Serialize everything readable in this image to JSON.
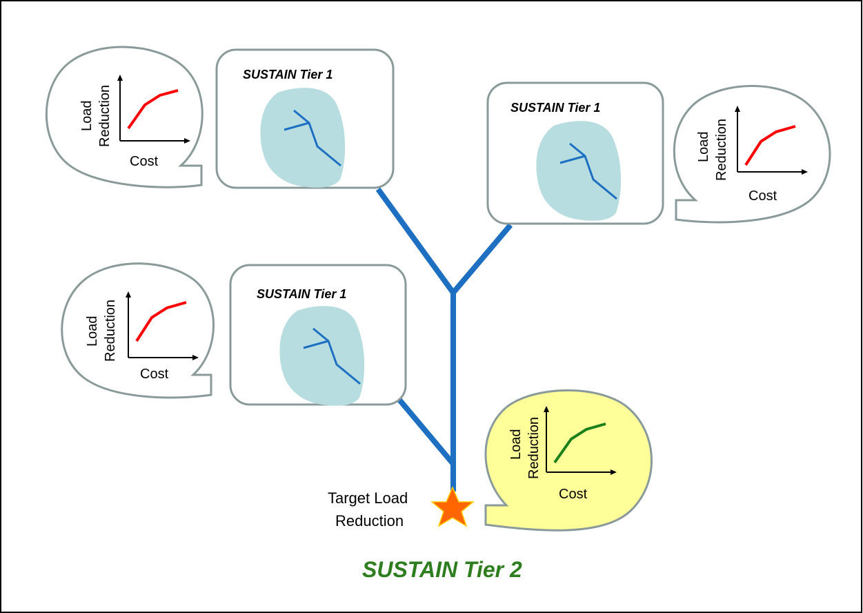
{
  "diagram": {
    "tier1_label": "SUSTAIN Tier 1",
    "tier2_label": "SUSTAIN Tier 2",
    "target_label_line1": "Target Load",
    "target_label_line2": "Reduction",
    "curve_y_label_line1": "Load",
    "curve_y_label_line2": "Reduction",
    "curve_x_label": "Cost"
  },
  "colors": {
    "border": "#000000",
    "bubble_stroke": "#8a9a9a",
    "watershed_fill": "#b7dde1",
    "stream": "#1d6fc1",
    "tier1_curve": "#ff0000",
    "tier2_curve": "#1b7f1b",
    "tier2_bubble_fill": "#ffff99",
    "tier2_text": "#2e7d1e",
    "star_fill": "#ff6600",
    "star_stroke": "#ffcc00"
  },
  "icons": [
    "star-icon"
  ]
}
